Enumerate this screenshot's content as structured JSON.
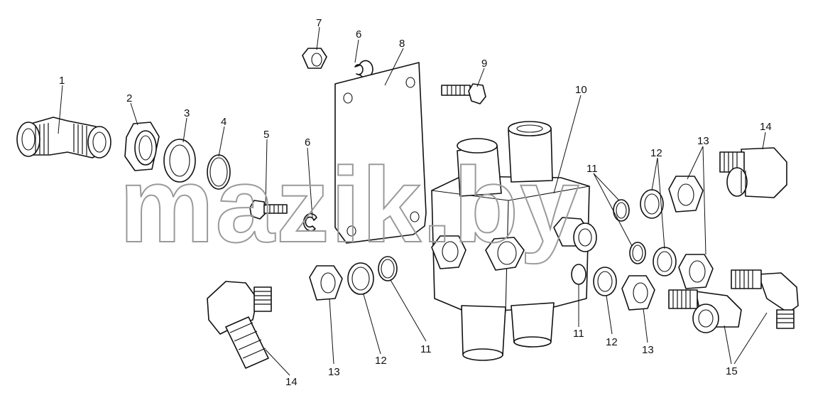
{
  "watermark": "mazik.by",
  "callouts": [
    {
      "id": "c1",
      "text": "1"
    },
    {
      "id": "c2",
      "text": "2"
    },
    {
      "id": "c3",
      "text": "3"
    },
    {
      "id": "c4",
      "text": "4"
    },
    {
      "id": "c5",
      "text": "5"
    },
    {
      "id": "c6a",
      "text": "6"
    },
    {
      "id": "c6b",
      "text": "6"
    },
    {
      "id": "c7",
      "text": "7"
    },
    {
      "id": "c8",
      "text": "8"
    },
    {
      "id": "c9",
      "text": "9"
    },
    {
      "id": "c10",
      "text": "10"
    },
    {
      "id": "c11a",
      "text": "11"
    },
    {
      "id": "c11b",
      "text": "11"
    },
    {
      "id": "c11c",
      "text": "11"
    },
    {
      "id": "c12a",
      "text": "12"
    },
    {
      "id": "c12b",
      "text": "12"
    },
    {
      "id": "c12c",
      "text": "12"
    },
    {
      "id": "c13a",
      "text": "13"
    },
    {
      "id": "c13b",
      "text": "13"
    },
    {
      "id": "c13c",
      "text": "13"
    },
    {
      "id": "c14a",
      "text": "14"
    },
    {
      "id": "c14b",
      "text": "14"
    },
    {
      "id": "c15",
      "text": "15"
    }
  ]
}
